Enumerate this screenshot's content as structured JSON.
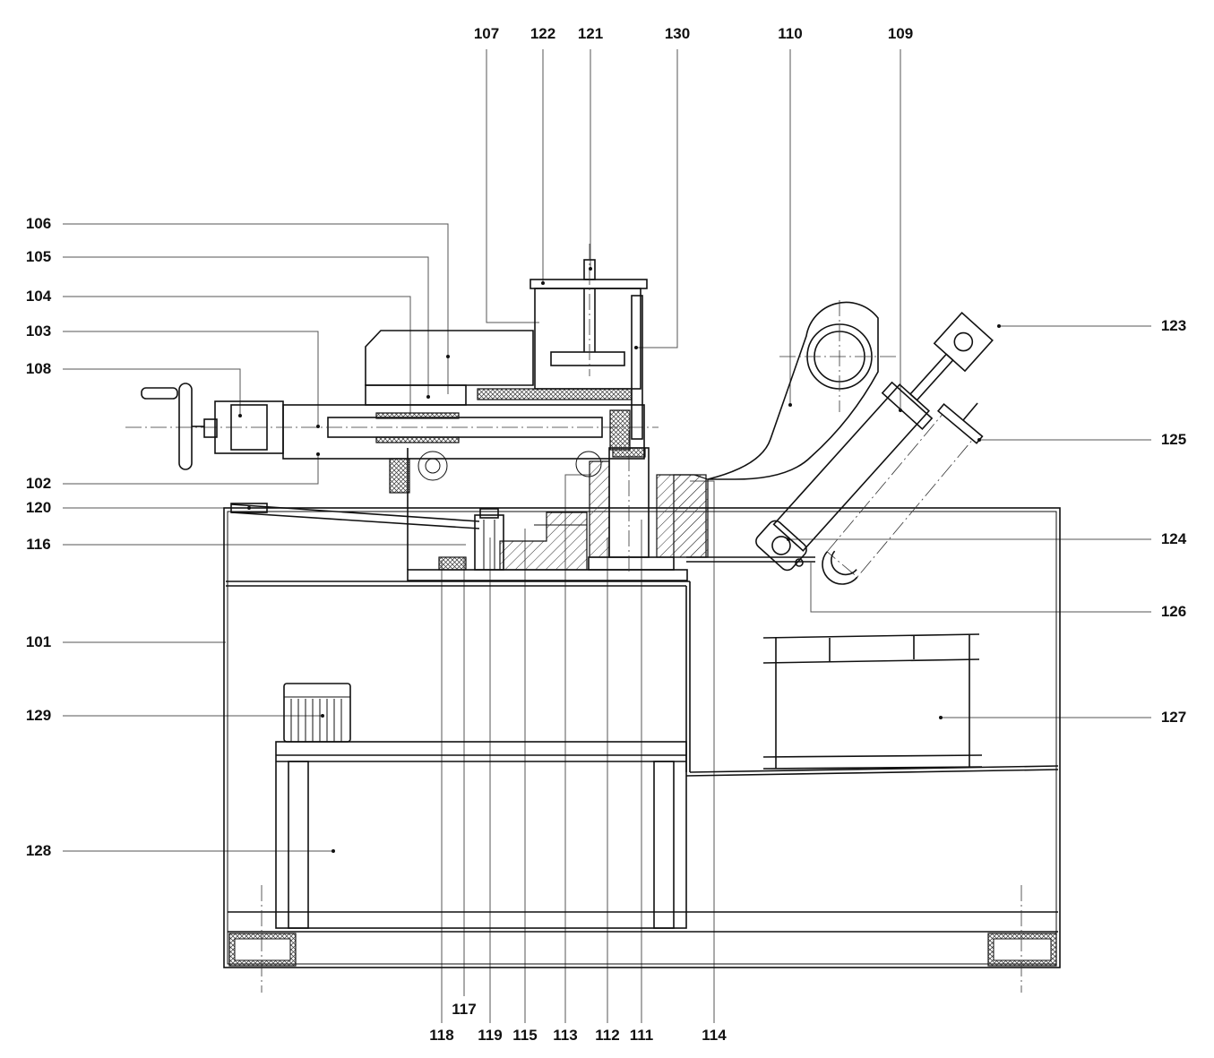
{
  "figure": {
    "labels_top": [
      "107",
      "122",
      "121",
      "130",
      "110",
      "109"
    ],
    "labels_left": [
      "106",
      "105",
      "104",
      "103",
      "108",
      "102",
      "120",
      "116",
      "101",
      "129",
      "128"
    ],
    "labels_right": [
      "123",
      "125",
      "124",
      "126",
      "127"
    ],
    "labels_bottom": [
      "117",
      "118",
      "119",
      "115",
      "113",
      "112",
      "111",
      "114"
    ]
  }
}
